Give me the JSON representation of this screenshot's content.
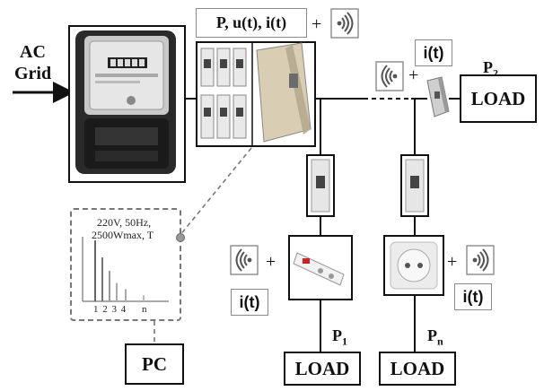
{
  "grid_label_1": "AC",
  "grid_label_2": "Grid",
  "meter_label": "P, u(t), i(t)",
  "plus": "+",
  "current_label": "i(t)",
  "p2_label": "P",
  "p2_sub": "2",
  "p1_label": "P",
  "p1_sub": "1",
  "pn_label": "P",
  "pn_sub": "n",
  "load_label": "LOAD",
  "pc_label": "PC",
  "spectrum": {
    "line1": "220V, 50Hz,",
    "line2": "2500Wmax, T",
    "ticks": "1 2 3 4",
    "n": "n",
    "bars": [
      1.0,
      0.72,
      0.5,
      0.3,
      0.2,
      0.1
    ]
  },
  "colors": {
    "line": "#111111",
    "dashed": "#777777",
    "wifi": "#555555"
  }
}
